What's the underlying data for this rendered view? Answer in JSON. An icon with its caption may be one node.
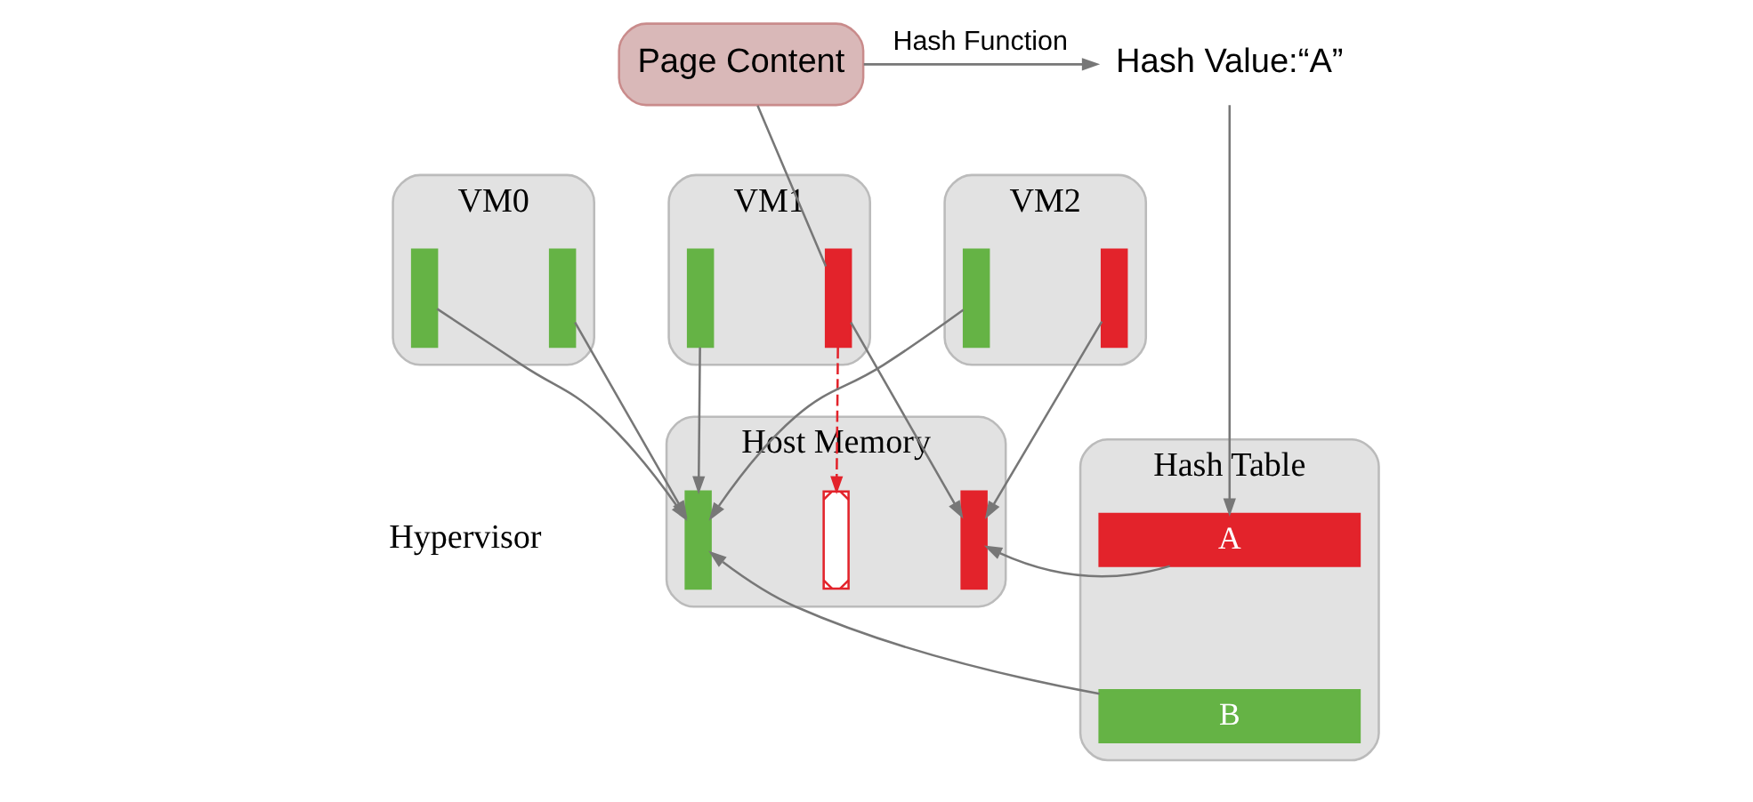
{
  "diagram": {
    "nodes": [
      {
        "text": [
          "VM0"
        ]
      },
      {
        "text": [],
        "shape": "bar",
        "in": 0
      },
      {
        "text": [],
        "shape": "bar",
        "in": 0
      },
      {
        "text": [
          "VM1"
        ]
      },
      {
        "text": [],
        "shape": "bar",
        "in": 3
      },
      {
        "text": [],
        "shape": "bar",
        "in": 3
      },
      {
        "text": [
          "VM2"
        ]
      },
      {
        "text": [],
        "shape": "bar",
        "in": 6
      },
      {
        "text": [],
        "shape": "bar",
        "in": 6
      },
      {
        "text": [
          "Page Content"
        ]
      },
      {
        "text": [
          "Hash Value:“A”"
        ]
      },
      {
        "text": [
          "Host Memory"
        ],
        "beside": [
          "Hypervisor"
        ]
      },
      {
        "text": [],
        "shape": "bar",
        "in": 11
      },
      {
        "text": [],
        "shape": "bar",
        "in": 11
      },
      {
        "text": [],
        "shape": "bar",
        "in": 11
      },
      {
        "text": [
          "Hash Table"
        ]
      },
      {
        "text": [
          "A"
        ],
        "in": 15
      },
      {
        "text": [
          "B"
        ],
        "in": 15
      }
    ],
    "edges": [
      {
        "from": 1,
        "to": 12,
        "arrow": "to"
      },
      {
        "from": 2,
        "to": 12,
        "arrow": "to"
      },
      {
        "from": 4,
        "to": 12,
        "arrow": "to"
      },
      {
        "from": 7,
        "to": 12,
        "arrow": "to"
      },
      {
        "from": 5,
        "to": 13,
        "arrow": "to",
        "style": "dashed",
        "color": "#e3232b"
      },
      {
        "from": 5,
        "to": 14,
        "arrow": "to"
      },
      {
        "from": 8,
        "to": 14,
        "arrow": "to"
      },
      {
        "from": 5,
        "to": 9,
        "arrow": "none"
      },
      {
        "from": 9,
        "to": 10,
        "arrow": "to",
        "label": "Hash Function"
      },
      {
        "from": 10,
        "to": 16,
        "arrow": "to"
      },
      {
        "from": 16,
        "to": 14,
        "arrow": "to"
      },
      {
        "from": 17,
        "to": 12,
        "arrow": "to"
      }
    ]
  }
}
